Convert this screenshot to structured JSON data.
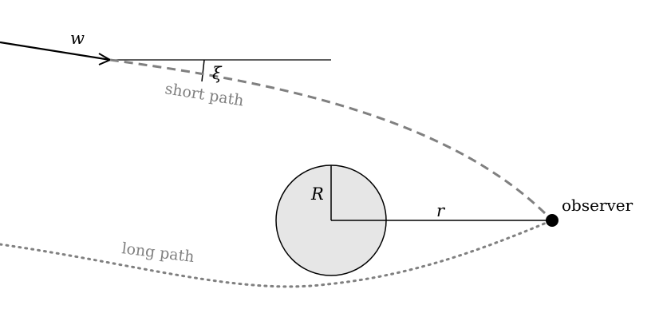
{
  "labels": {
    "wave_vector": "w",
    "angle": "ξ",
    "radius": "R",
    "distance": "r",
    "observer": "observer",
    "short_path": "short path",
    "long_path": "long path"
  },
  "colors": {
    "line": "#000000",
    "path": "#808080",
    "body_fill": "#e6e6e6",
    "label_gray": "#808080"
  }
}
